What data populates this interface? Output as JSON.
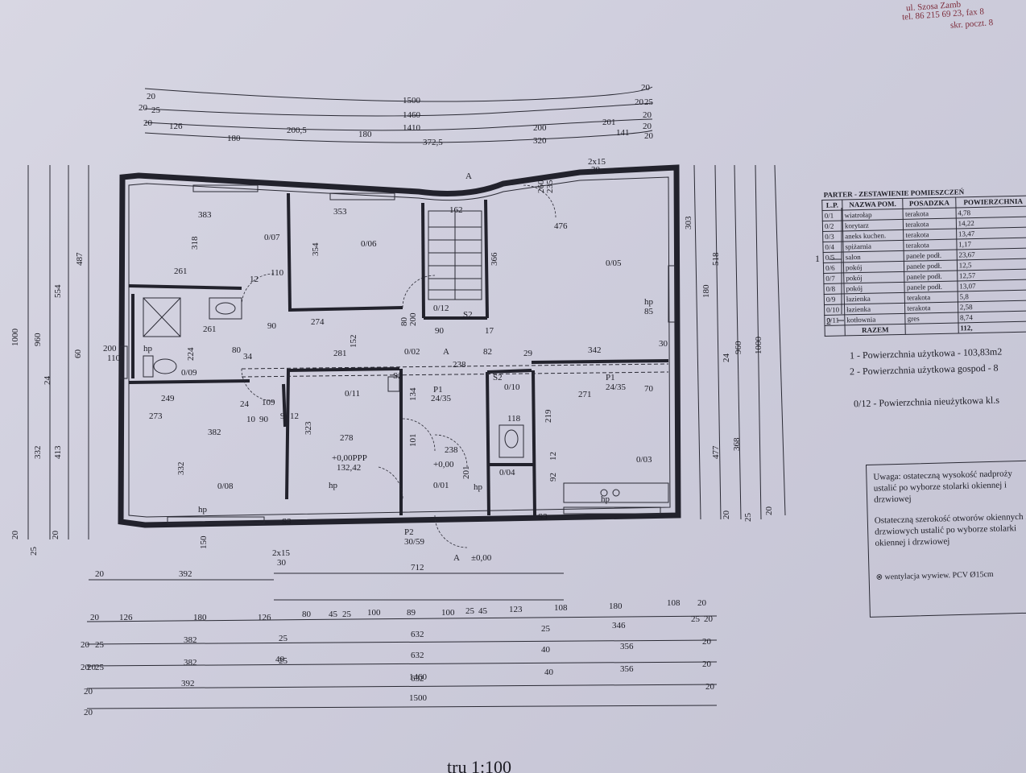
{
  "header": {
    "address_line1": "ul. Szosa Zamb",
    "address_line2": "tel. 86 215 69 23, fax 8",
    "address_line3": "skr. poczt. 8"
  },
  "scale": "tru 1:100",
  "rooms": {
    "r01": "0/01",
    "r02": "0/02",
    "r03": "0/03",
    "r04": "0/04",
    "r05": "0/05",
    "r06": "0/06",
    "r07": "0/07",
    "r08": "0/08",
    "r09": "0/09",
    "r10": "0/10",
    "r11": "0/11",
    "r12": "0/12"
  },
  "levels": {
    "main": "+0,00PPP",
    "main_abs": "132,42",
    "entry": "+0,00",
    "terrace": "±0,00"
  },
  "marks": {
    "p1": "P1",
    "p1_size": "24/35",
    "p2": "P2",
    "p2_size": "30/59",
    "s2": "S2",
    "s3": "S3",
    "hp": "hp",
    "a": "A"
  },
  "dims": {
    "top": [
      "1500",
      "1460",
      "1410",
      "126",
      "180",
      "200,5",
      "180",
      "372,5",
      "200",
      "320",
      "201",
      "141"
    ],
    "top_small": [
      "20",
      "20",
      "25",
      "20",
      "20",
      "20",
      "25",
      "20",
      "20",
      "20"
    ],
    "bottom_row1": [
      "20",
      "126",
      "180",
      "126",
      "80",
      "45",
      "25",
      "100",
      "89",
      "100",
      "25",
      "45",
      "123",
      "108",
      "180",
      "108",
      "20"
    ],
    "bottom_row2": [
      "20",
      "25",
      "382",
      "25",
      "632",
      "25",
      "346",
      "25",
      "20"
    ],
    "bottom_row3": [
      "20",
      "25",
      "382",
      "25",
      "632",
      "40",
      "356",
      "20"
    ],
    "bottom_row4": [
      "20",
      "392",
      "40",
      "632",
      "40",
      "356",
      "20"
    ],
    "bottom_row5": [
      "20",
      "1460",
      "20"
    ],
    "bottom_row6": [
      "20",
      "1500"
    ],
    "bottom_mid": [
      "20",
      "392",
      "712",
      "2x15",
      "30"
    ],
    "left": [
      "1000",
      "960",
      "554",
      "487",
      "332",
      "413",
      "24",
      "60",
      "20",
      "25",
      "20"
    ],
    "right": [
      "303",
      "518",
      "960",
      "1000",
      "477",
      "368",
      "24",
      "20",
      "25",
      "20"
    ],
    "interior": [
      "383",
      "353",
      "162",
      "476",
      "318",
      "354",
      "366",
      "261",
      "110",
      "12",
      "261",
      "274",
      "152",
      "80",
      "90",
      "90",
      "17",
      "281",
      "238",
      "82",
      "29",
      "342",
      "249",
      "24",
      "109",
      "134",
      "118",
      "271",
      "70",
      "273",
      "10",
      "90",
      "9",
      "12",
      "382",
      "278",
      "101",
      "238",
      "201",
      "219",
      "92",
      "12",
      "332",
      "323",
      "30",
      "224",
      "60",
      "110",
      "80",
      "200",
      "34",
      "180",
      "150",
      "85",
      "260",
      "235",
      "2x15",
      "30"
    ]
  },
  "table": {
    "caption": "PARTER - ZESTAWIENIE POMIESZCZEŃ",
    "columns": [
      "L.P.",
      "NAZWA POM.",
      "POSADZKA",
      "POWIERZCHNIA"
    ],
    "rows": [
      [
        "0/1",
        "wiatrołap",
        "terakota",
        "4,78"
      ],
      [
        "0/2",
        "korytarz",
        "terakota",
        "14,22"
      ],
      [
        "0/3",
        "aneks kuchen.",
        "terakota",
        "13,47"
      ],
      [
        "0/4",
        "spiżarnia",
        "terakota",
        "1,17"
      ],
      [
        "0/5",
        "salon",
        "panele podł.",
        "23,67"
      ],
      [
        "0/6",
        "pokój",
        "panele podł.",
        "12,5"
      ],
      [
        "0/7",
        "pokój",
        "panele podł.",
        "12,57"
      ],
      [
        "0/8",
        "pokój",
        "panele podł.",
        "13,07"
      ],
      [
        "0/9",
        "łazienka",
        "terakota",
        "5,8"
      ],
      [
        "0/10",
        "łazienka",
        "terakota",
        "2,58"
      ],
      [
        "0/11",
        "kotłownia",
        "gres",
        "8,74"
      ]
    ],
    "total_label": "RAZEM",
    "total_value": "112,"
  },
  "bracket_labels": [
    "1",
    "2"
  ],
  "legend": {
    "l1": "1 - Powierzchnia użytkowa - 103,83m2",
    "l2": "2 - Powierzchnia użytkowa gospod - 8",
    "l3": "0/12 - Powierzchnia nieużytkowa kl.s"
  },
  "notes": {
    "n1": "Uwaga: ostateczną wysokość nadproży ustalić po wyborze stolarki okiennej i drzwiowej",
    "n2": "Ostateczną szerokość otworów okiennych i drzwiowych ustalić po wyborze stolarki okiennej i drzwiowej",
    "vent_symbol": "⊗",
    "vent": "wentylacja wywiew. PCV Ø15cm"
  },
  "colors": {
    "ink": "#22222c",
    "paper": "#d3d2df",
    "stamp": "#7d2c3a"
  }
}
